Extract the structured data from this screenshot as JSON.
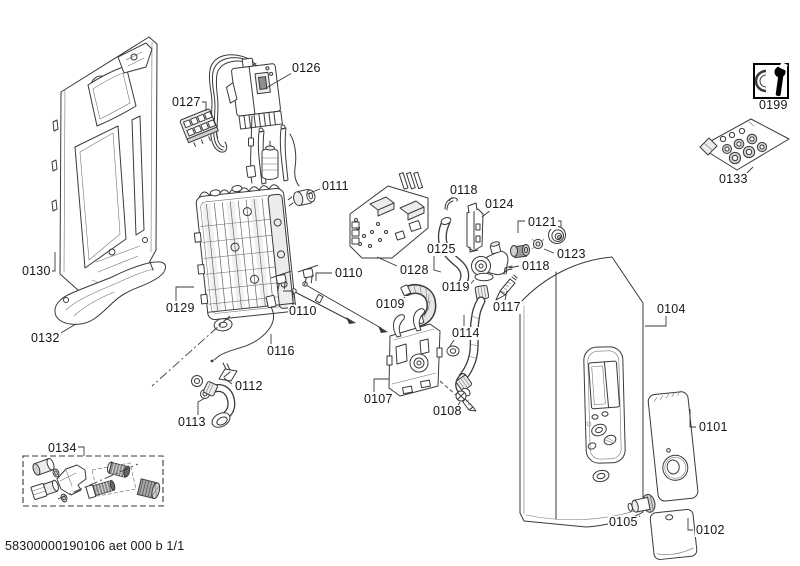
{
  "diagram": {
    "type": "exploded-parts-diagram",
    "part_labels": [
      "0126",
      "0127",
      "0111",
      "0118",
      "0124",
      "0121",
      "0123",
      "0125",
      "0118",
      "0110",
      "0130",
      "0128",
      "0129",
      "0109",
      "0119",
      "0110",
      "0117",
      "0104",
      "0132",
      "0116",
      "0114",
      "0112",
      "0107",
      "0108",
      "0113",
      "0101",
      "0134",
      "0105",
      "0102",
      "0199",
      "0133"
    ],
    "footer_code": "58300000190106 aet 000 b 1/1"
  }
}
